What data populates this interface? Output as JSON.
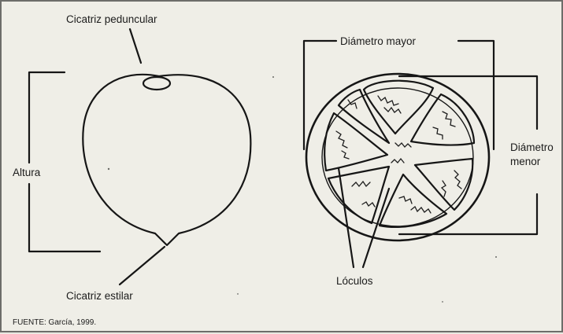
{
  "figure": {
    "labels": {
      "cicatriz_peduncular": "Cicatriz peduncular",
      "altura": "Altura",
      "cicatriz_estilar": "Cicatriz estilar",
      "diametro_mayor": "Diámetro mayor",
      "diametro_menor_line1": "Diámetro",
      "diametro_menor_line2": "menor",
      "loculos": "Lóculos"
    },
    "source": "FUENTE: García, 1999."
  }
}
